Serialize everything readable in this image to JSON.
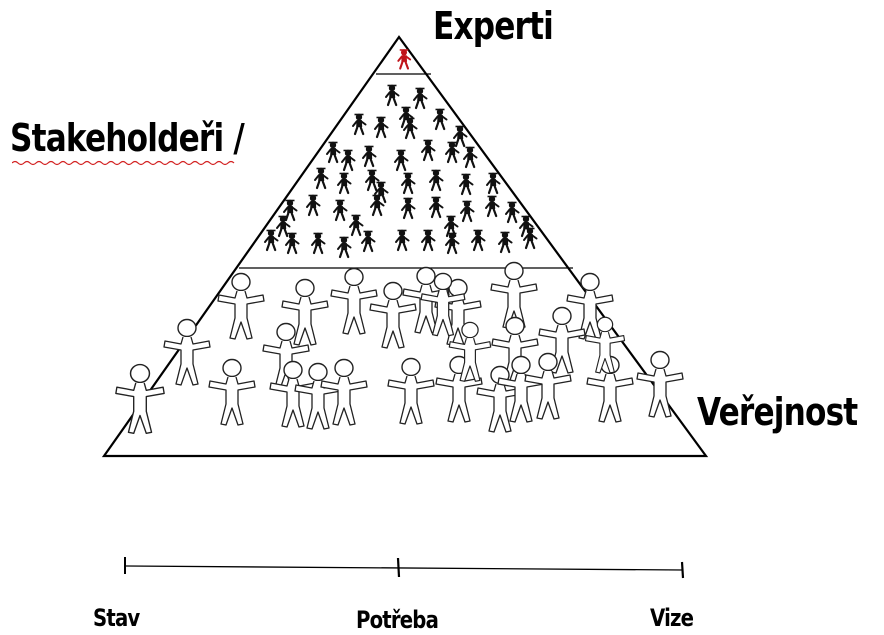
{
  "labels": {
    "top": "Experti",
    "middle": "Stakeholdeři /",
    "bottom": "Veřejnost"
  },
  "scale": {
    "start": "Stav",
    "middle": "Potřeba",
    "end": "Vize"
  },
  "colors": {
    "expert": "#c0141a",
    "stakeholder": "#111111",
    "public_stroke": "#222222",
    "spellcheck": "#d21f1f"
  },
  "groups": {
    "experts_count": 1,
    "stakeholders_count": 47,
    "public_count": 27
  }
}
